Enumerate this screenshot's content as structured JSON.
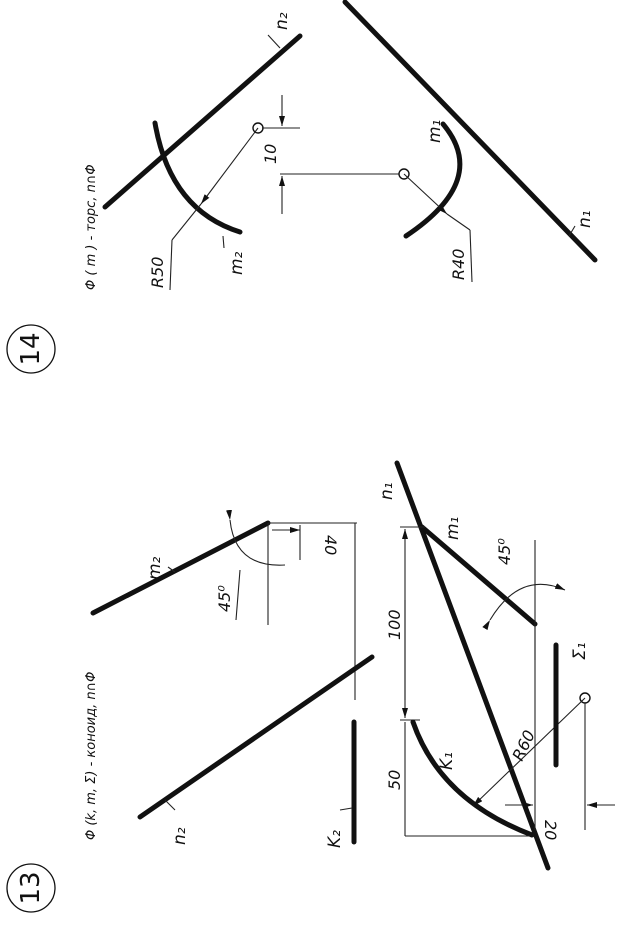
{
  "problem13": {
    "number": "13",
    "caption": "Φ (k, m, Σ) - коноид, n∩Φ",
    "labels": {
      "n2": "n₂",
      "m2": "m₂",
      "k2": "K₂",
      "n1": "n₁",
      "m1": "m₁",
      "k1": "K₁",
      "sigma1": "Σ₁"
    },
    "dims": {
      "angle_top": "45⁰",
      "d40": "40",
      "d100": "100",
      "angle_bottom": "45⁰",
      "d50": "50",
      "r60": "R60",
      "d20": "20"
    }
  },
  "problem14": {
    "number": "14",
    "caption": "Φ ( m ) - торс, n∩Φ",
    "labels": {
      "n2": "n₂",
      "m2": "m₂",
      "m1": "m₁",
      "n1": "n₁"
    },
    "dims": {
      "d10": "10",
      "r50": "R50",
      "r40": "R40"
    }
  }
}
